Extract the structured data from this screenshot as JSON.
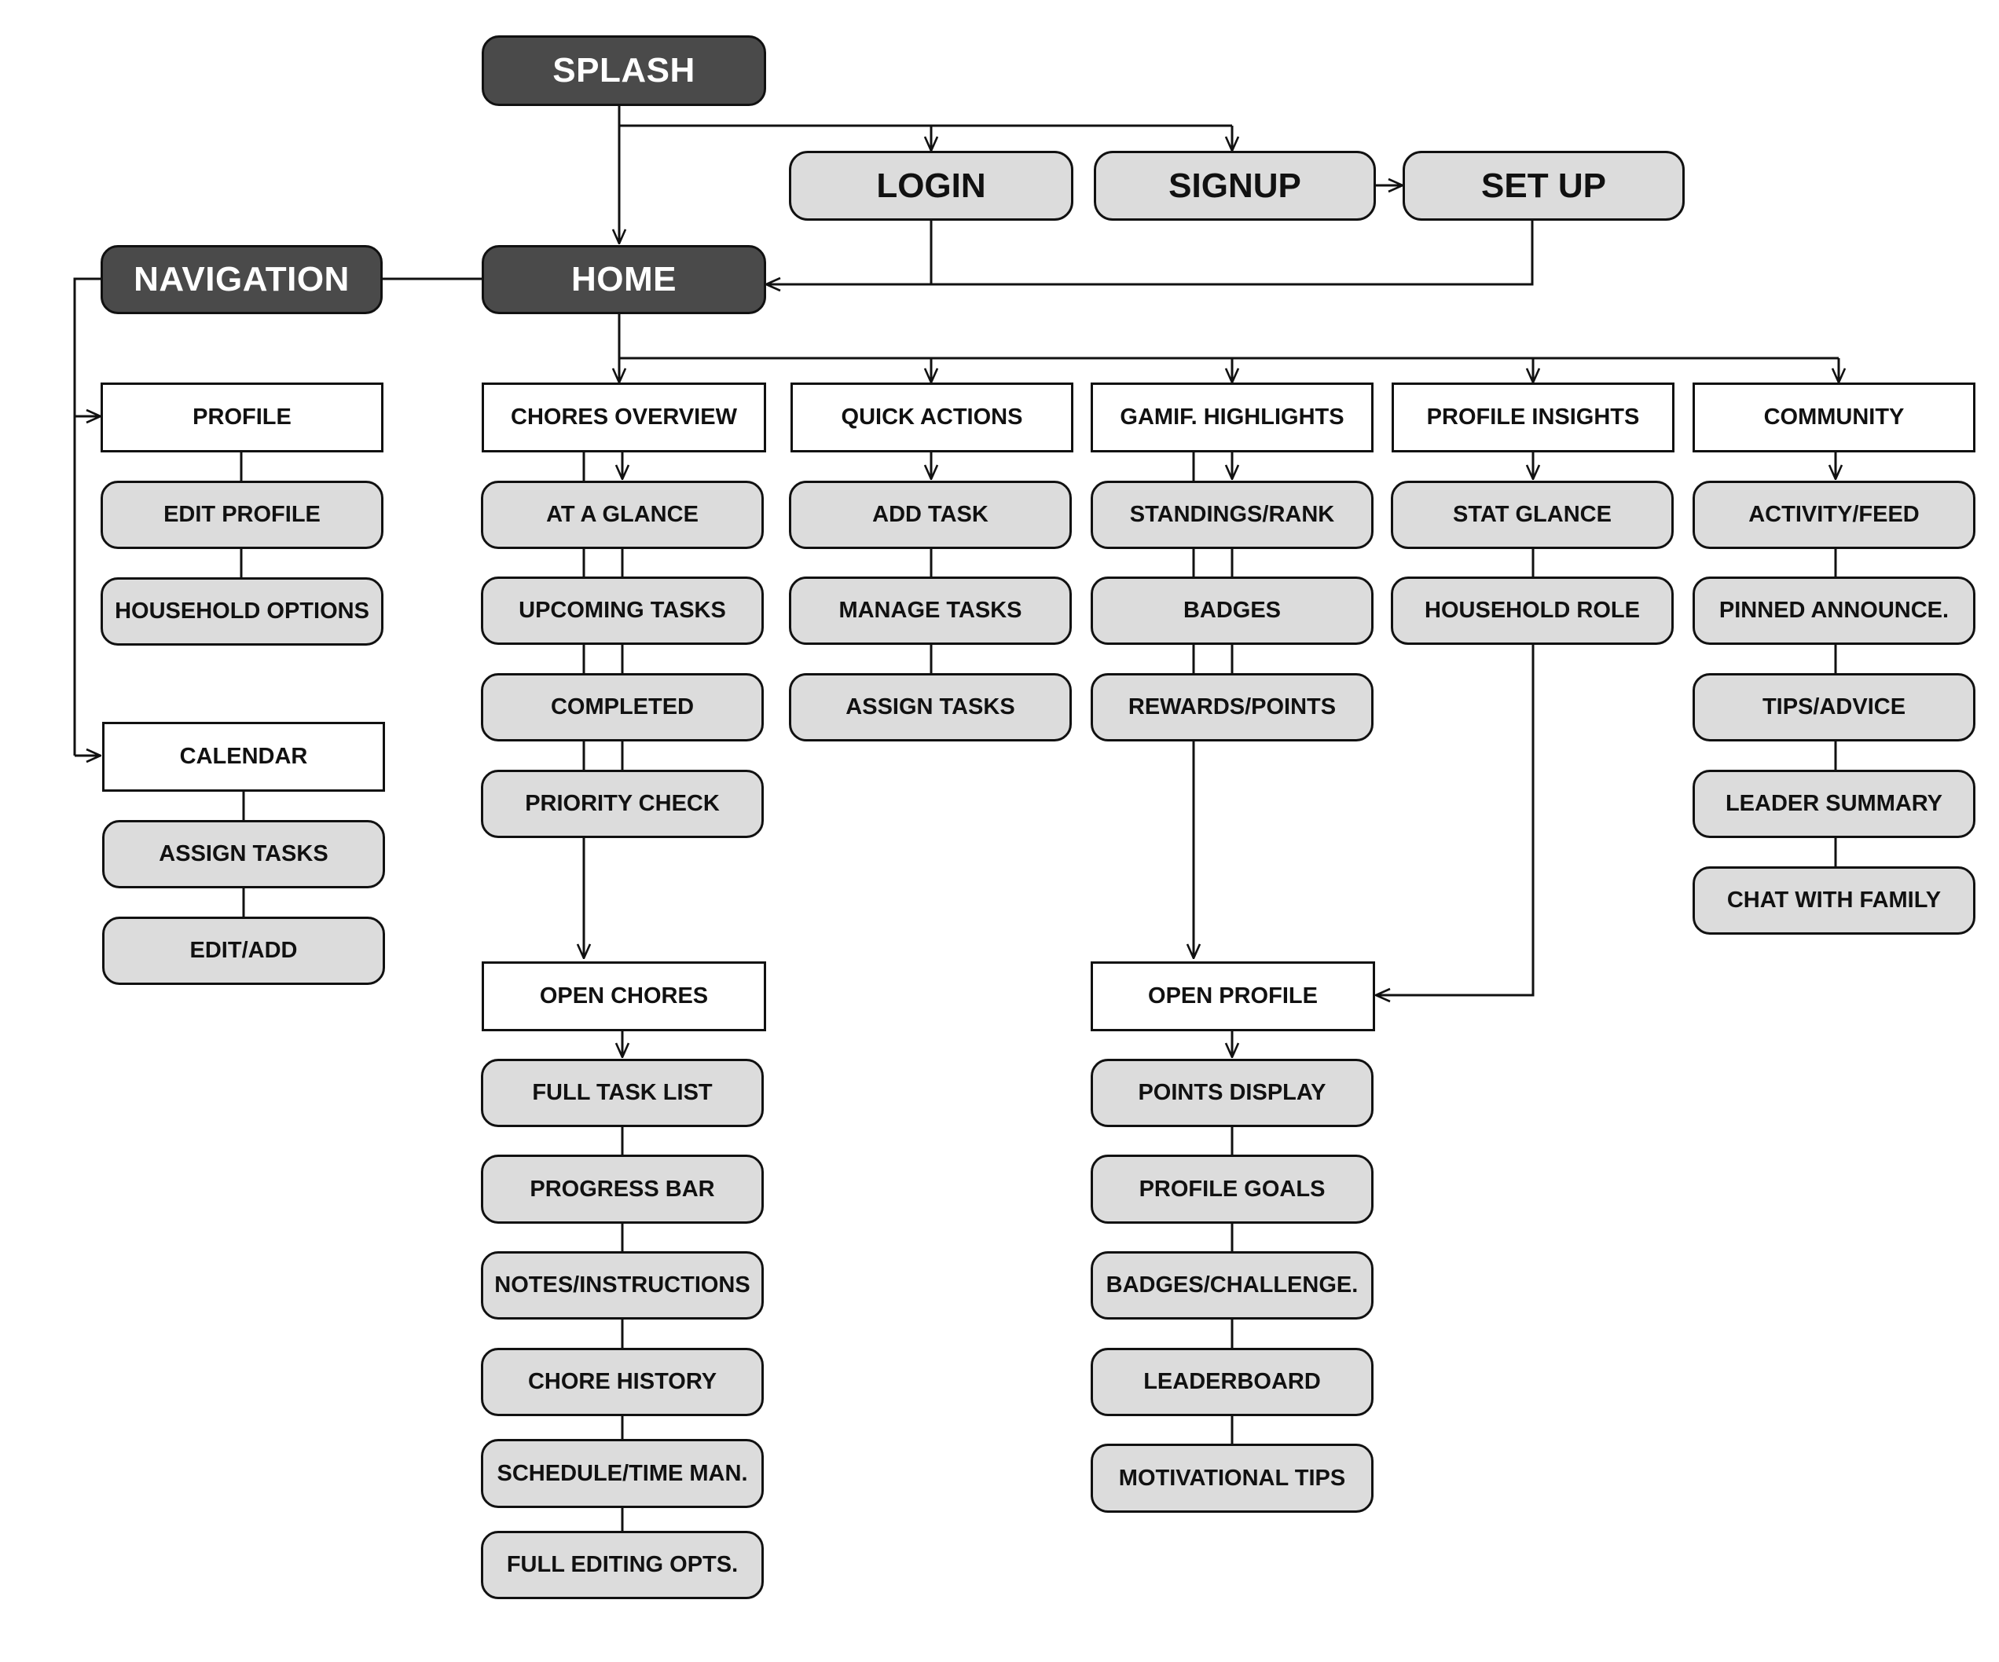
{
  "colors": {
    "primary_fill": "#4a4a4a",
    "item_fill": "#dcdcdc",
    "section_fill": "#ffffff",
    "line": "#111111"
  },
  "flow": {
    "splash": "SPLASH",
    "login": "LOGIN",
    "signup": "SIGNUP",
    "setup": "SET UP",
    "home": "HOME",
    "navigation": "NAVIGATION"
  },
  "navigation": {
    "profile": {
      "title": "PROFILE",
      "items": [
        "EDIT PROFILE",
        "HOUSEHOLD OPTIONS"
      ]
    },
    "calendar": {
      "title": "CALENDAR",
      "items": [
        "ASSIGN TASKS",
        "EDIT/ADD"
      ]
    }
  },
  "home": {
    "chores_overview": {
      "title": "CHORES OVERVIEW",
      "items": [
        "AT A GLANCE",
        "UPCOMING TASKS",
        "COMPLETED",
        "PRIORITY CHECK"
      ]
    },
    "quick_actions": {
      "title": "QUICK ACTIONS",
      "items": [
        "ADD TASK",
        "MANAGE TASKS",
        "ASSIGN TASKS"
      ]
    },
    "gamif_highlights": {
      "title": "GAMIF. HIGHLIGHTS",
      "items": [
        "STANDINGS/RANK",
        "BADGES",
        "REWARDS/POINTS"
      ]
    },
    "profile_insights": {
      "title": "PROFILE INSIGHTS",
      "items": [
        "STAT GLANCE",
        "HOUSEHOLD ROLE"
      ]
    },
    "community": {
      "title": "COMMUNITY",
      "items": [
        "ACTIVITY/FEED",
        "PINNED ANNOUNCE.",
        "TIPS/ADVICE",
        "LEADER SUMMARY",
        "CHAT WITH FAMILY"
      ]
    }
  },
  "open_chores": {
    "title": "OPEN CHORES",
    "items": [
      "FULL TASK LIST",
      "PROGRESS BAR",
      "NOTES/INSTRUCTIONS",
      "CHORE HISTORY",
      "SCHEDULE/TIME MAN.",
      "FULL EDITING OPTS."
    ]
  },
  "open_profile": {
    "title": "OPEN PROFILE",
    "items": [
      "POINTS DISPLAY",
      "PROFILE GOALS",
      "BADGES/CHALLENGE.",
      "LEADERBOARD",
      "MOTIVATIONAL TIPS"
    ]
  }
}
